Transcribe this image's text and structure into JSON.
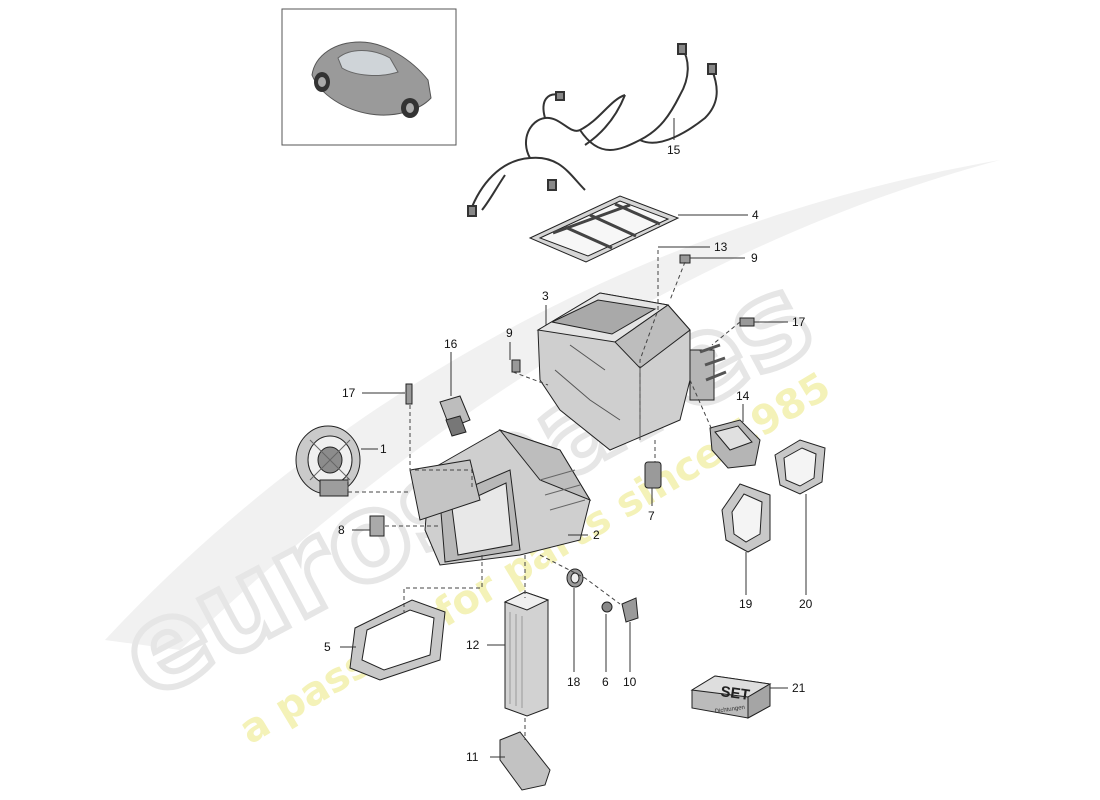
{
  "callouts": [
    {
      "id": "1",
      "label": "1"
    },
    {
      "id": "2",
      "label": "2"
    },
    {
      "id": "3",
      "label": "3"
    },
    {
      "id": "4",
      "label": "4"
    },
    {
      "id": "5",
      "label": "5"
    },
    {
      "id": "6",
      "label": "6"
    },
    {
      "id": "7",
      "label": "7"
    },
    {
      "id": "8",
      "label": "8"
    },
    {
      "id": "9a",
      "label": "9"
    },
    {
      "id": "9b",
      "label": "9"
    },
    {
      "id": "10",
      "label": "10"
    },
    {
      "id": "11",
      "label": "11"
    },
    {
      "id": "12",
      "label": "12"
    },
    {
      "id": "13",
      "label": "13"
    },
    {
      "id": "14",
      "label": "14"
    },
    {
      "id": "15",
      "label": "15"
    },
    {
      "id": "16",
      "label": "16"
    },
    {
      "id": "17a",
      "label": "17"
    },
    {
      "id": "17b",
      "label": "17"
    },
    {
      "id": "18",
      "label": "18"
    },
    {
      "id": "19",
      "label": "19"
    },
    {
      "id": "20",
      "label": "20"
    },
    {
      "id": "21",
      "label": "21"
    }
  ],
  "set_box": {
    "title": "SET",
    "subtitle": "Dichtungen"
  },
  "watermark": {
    "brand": "eurospares",
    "tagline": "a passion for parts since 1985"
  },
  "colors": {
    "line": "#222222",
    "part_fill": "#dcdcdc",
    "part_dark": "#8c8c8c",
    "watermark": "#eeeeee",
    "tagline": "#f4f2b8"
  }
}
